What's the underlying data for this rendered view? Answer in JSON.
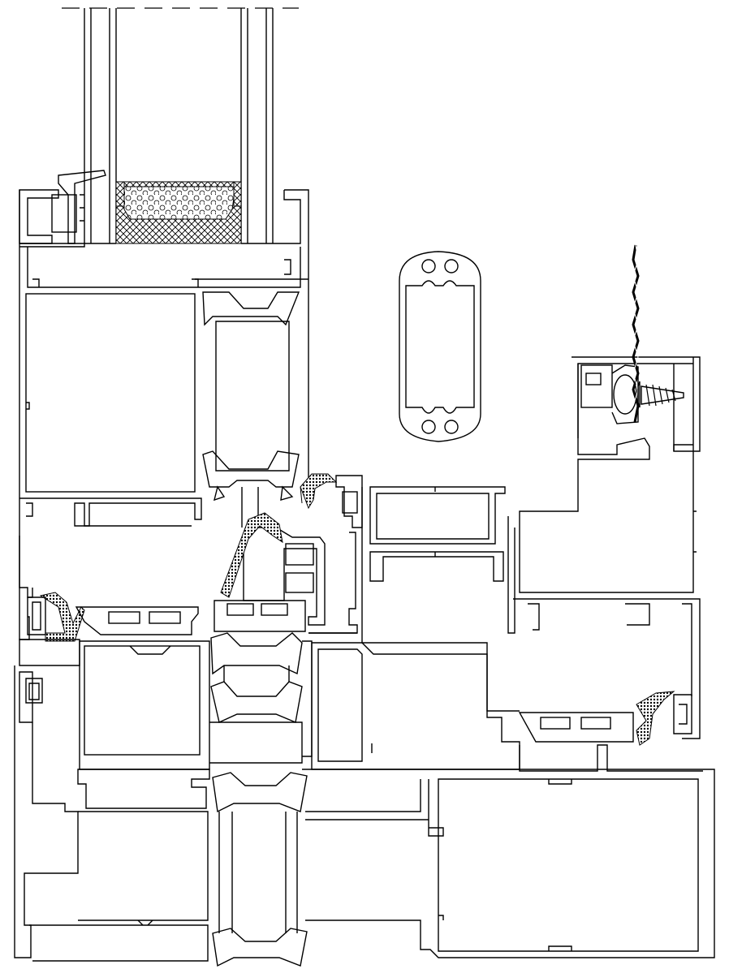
{
  "drawing": {
    "kind": "aluminium window/door frame cross-section",
    "colors": {
      "line": "#000000",
      "background": "#ffffff",
      "gasket": "#000000"
    },
    "elements": [
      "glass-panel",
      "glazing-spacer",
      "frame-profile",
      "sash-profile",
      "thermal-break",
      "epdm-gasket",
      "screw",
      "sealing-rope",
      "isolated-profile"
    ]
  }
}
